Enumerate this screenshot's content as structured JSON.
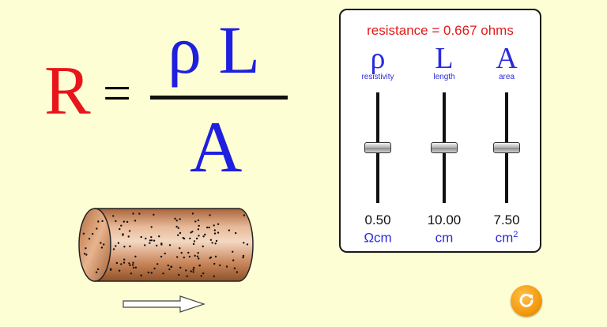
{
  "equation": {
    "lhs": "R",
    "equals": "=",
    "numerator": "ρ L",
    "denominator": "A"
  },
  "panel": {
    "readout": "resistance = 0.667 ohms",
    "sliders": [
      {
        "symbol": "ρ",
        "label": "resistivity",
        "value": "0.50",
        "unit": "Ωcm",
        "unit_sup": "",
        "level": 0.5
      },
      {
        "symbol": "L",
        "label": "length",
        "value": "10.00",
        "unit": "cm",
        "unit_sup": "",
        "level": 0.5
      },
      {
        "symbol": "A",
        "label": "area",
        "value": "7.50",
        "unit": "cm",
        "unit_sup": "2",
        "level": 0.5
      }
    ]
  },
  "colors": {
    "background": "#fefed4",
    "resistance_red": "#e8151b",
    "symbol_blue": "#1f1fe0",
    "reset_orange": "#f39a0e"
  },
  "icons": {
    "reset": "circular-arrow-icon",
    "current": "right-arrow-icon"
  }
}
